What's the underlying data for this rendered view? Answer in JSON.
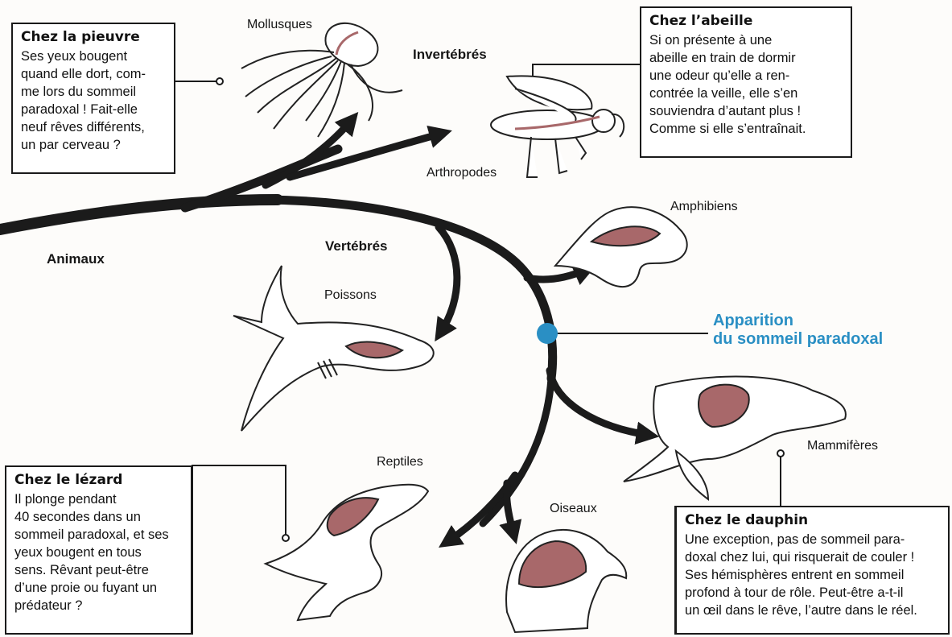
{
  "labels": {
    "animaux": "Animaux",
    "invertebres": "Invertébrés",
    "vertebres": "Vertébrés",
    "mollusques": "Mollusques",
    "arthropodes": "Arthropodes",
    "amphibiens": "Amphibiens",
    "poissons": "Poissons",
    "reptiles": "Reptiles",
    "oiseaux": "Oiseaux",
    "mammiferes": "Mammifères"
  },
  "highlight": {
    "line1": "Apparition",
    "line2": "du sommeil paradoxal",
    "color": "#2a8fc4"
  },
  "boxes": {
    "pieuvre": {
      "title": "Chez la pieuvre",
      "lines": [
        "Ses yeux bougent",
        "quand elle dort, com-",
        "me lors du sommeil",
        "paradoxal ! Fait-elle",
        "neuf rêves différents,",
        "un par cerveau ?"
      ]
    },
    "abeille": {
      "title": "Chez l’abeille",
      "lines": [
        "Si on présente à une",
        "abeille en train de dormir",
        "une odeur qu’elle a ren-",
        "contrée la veille, elle s’en",
        "souviendra d’autant plus !",
        "Comme si elle s’entraînait."
      ]
    },
    "lezard": {
      "title": "Chez le lézard",
      "lines": [
        "Il plonge pendant",
        "40 secondes dans un",
        "sommeil paradoxal, et ses",
        "yeux bougent en tous",
        "sens. Rêvant peut-être",
        "d’une proie ou fuyant un",
        "prédateur ?"
      ]
    },
    "dauphin": {
      "title": "Chez le dauphin",
      "lines": [
        "Une exception, pas de sommeil para-",
        "doxal chez lui, qui risquerait de couler !",
        "Ses hémisphères entrent en sommeil",
        "profond à tour de rôle. Peut-être a-t-il",
        "un œil dans le rêve, l’autre dans le réel."
      ]
    }
  },
  "colors": {
    "branch": "#1b1b1b",
    "brain": "#a8686a",
    "outline": "#222222",
    "marker": "#2a8fc4"
  }
}
